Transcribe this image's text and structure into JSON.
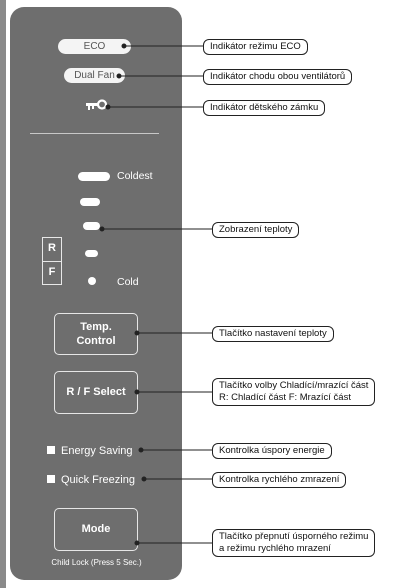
{
  "panel": {
    "eco_label": "ECO",
    "dual_fan_label": "Dual Fan",
    "child_lock_icon": "key-icon",
    "temp_labels": {
      "coldest": "Coldest",
      "cold": "Cold"
    },
    "rf_indicator": {
      "r": "R",
      "f": "F"
    },
    "buttons": {
      "temp_control": [
        "Temp.",
        "Control"
      ],
      "rf_select": "R / F Select",
      "mode": "Mode"
    },
    "indicators": {
      "energy_saving": "Energy Saving",
      "quick_freezing": "Quick Freezing"
    },
    "child_lock_text": "Child Lock (Press 5 Sec.)"
  },
  "callouts": {
    "eco": "Indikátor režimu ECO",
    "dual_fan": "Indikátor chodu obou ventilátorů",
    "child_lock": "Indikátor dětského zámku",
    "temperature": "Zobrazení teploty",
    "temp_button": "Tlačítko nastavení teploty",
    "rf_select_line1": "Tlačítko volby Chladící/mrazící část",
    "rf_select_line2": "R: Chladící část F: Mrazící část",
    "energy_saving": "Kontrolka úspory energie",
    "quick_freezing": "Kontrolka rychlého zmrazení",
    "mode_line1": "Tlačítko přepnutí úsporného režimu",
    "mode_line2": "a režimu rychlého mrazení"
  },
  "colors": {
    "panel": "#6e6e6e",
    "indicator": "#ffffff",
    "callout_border": "#222222"
  }
}
